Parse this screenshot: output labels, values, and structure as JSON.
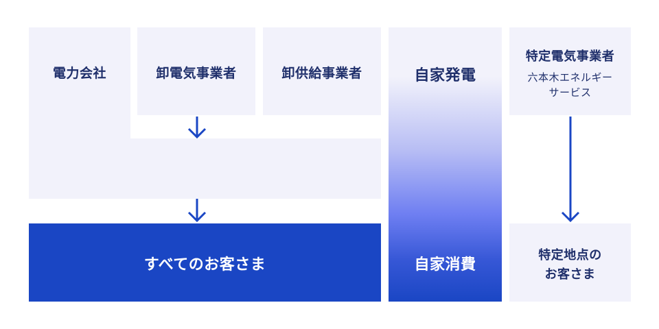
{
  "left_group": {
    "power_company": "電力会社",
    "wholesale_electric": "卸電気事業者",
    "wholesale_supply": "卸供給事業者",
    "customers_all": "すべてのお客さま"
  },
  "middle_group": {
    "self_generation": "自家発電",
    "self_consumption": "自家消費"
  },
  "right_group": {
    "specified_electric": "特定電気事業者",
    "provider_line1": "六本木エネルギー",
    "provider_line2": "サービス",
    "specified_customers_line1": "特定地点の",
    "specified_customers_line2": "お客さま"
  },
  "colors": {
    "light_box": "#f2f2fb",
    "dark_box": "#1a46c4",
    "arrow": "#1a46c4",
    "text": "#1f2f6b",
    "gradient_top": "#f2f2fb",
    "gradient_mid": "#6f7ff2",
    "gradient_bottom": "#1a46c4"
  }
}
